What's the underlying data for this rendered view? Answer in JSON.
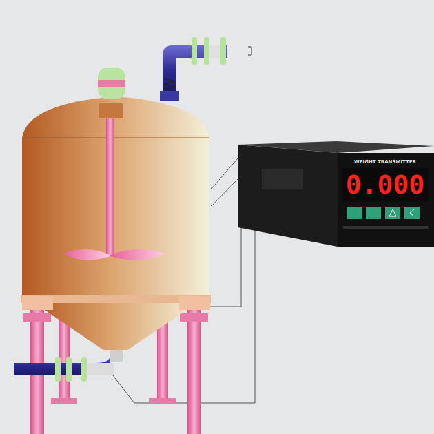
{
  "diagram": {
    "nodes": [
      {
        "text": [
          "WEIGHT TRANSMITTER"
        ]
      },
      {
        "text": [
          "0.000"
        ],
        "in": 0
      }
    ]
  }
}
